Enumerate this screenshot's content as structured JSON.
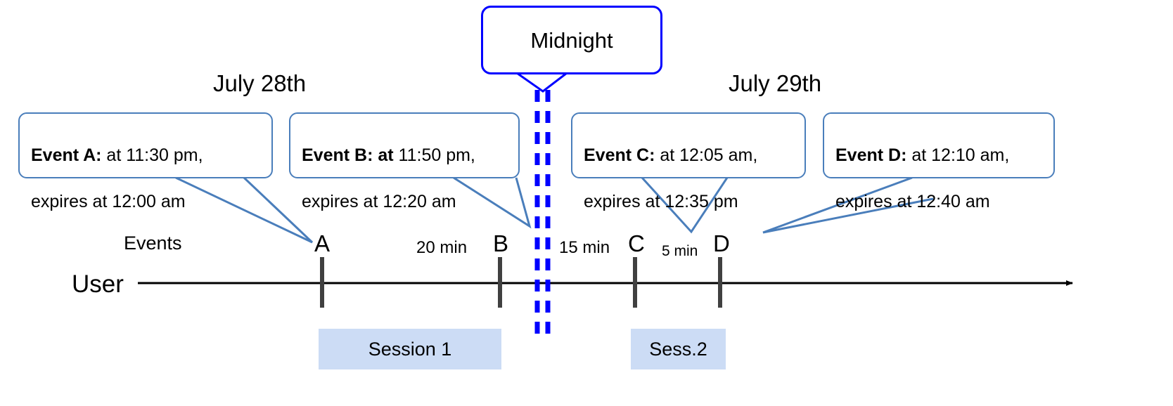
{
  "diagram": {
    "title_note": "Event expiry across midnight timeline",
    "colors": {
      "callout_border": "#4a7ebb",
      "midnight_border": "#0000ff",
      "midnight_dash": "#0000ff",
      "session_fill": "#ccdcf5",
      "tick": "#404040",
      "axis": "#000000"
    }
  },
  "dates": {
    "left": "July 28th",
    "right": "July 29th"
  },
  "midnight": {
    "label": "Midnight"
  },
  "axis": {
    "row_label": "User",
    "events_label": "Events"
  },
  "events": [
    {
      "letter": "A",
      "bold": "Event A:",
      "rest": " at 11:30 pm,",
      "line2": "expires at 12:00 am",
      "occurs_at": "11:30 pm",
      "expires_at": "12:00 am"
    },
    {
      "letter": "B",
      "bold": "Event B: at",
      "rest": " 11:50 pm,",
      "line2": "expires at 12:20 am",
      "occurs_at": "11:50 pm",
      "expires_at": "12:20 am"
    },
    {
      "letter": "C",
      "bold": "Event C:",
      "rest": " at 12:05 am,",
      "line2": "expires at 12:35 pm",
      "occurs_at": "12:05 am",
      "expires_at": "12:35 pm"
    },
    {
      "letter": "D",
      "bold": "Event D:",
      "rest": "  at 12:10 am,",
      "line2": "expires at 12:40 am",
      "occurs_at": "12:10 am",
      "expires_at": "12:40 am"
    }
  ],
  "gaps": [
    {
      "label": "20 min",
      "between": "A-B"
    },
    {
      "label": "15 min",
      "between": "B-C"
    },
    {
      "label": "5 min",
      "between": "C-D"
    }
  ],
  "sessions": [
    {
      "label": "Session 1"
    },
    {
      "label": "Sess.2"
    }
  ]
}
